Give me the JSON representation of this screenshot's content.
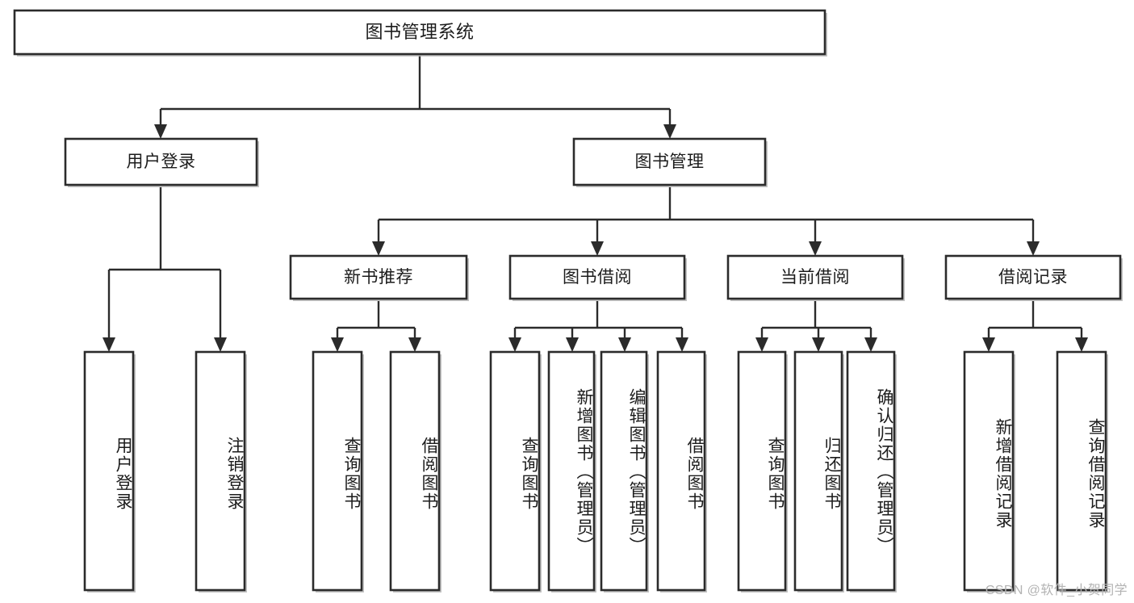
{
  "diagram": {
    "title": "图书管理系统",
    "type": "tree-hierarchy-chart",
    "root": {
      "id": "root",
      "label": "图书管理系统"
    },
    "level2": [
      {
        "id": "user-login",
        "label": "用户登录"
      },
      {
        "id": "book-manage",
        "label": "图书管理"
      }
    ],
    "level3": [
      {
        "id": "new-book-rec",
        "label": "新书推荐"
      },
      {
        "id": "book-borrow",
        "label": "图书借阅"
      },
      {
        "id": "current-borrow",
        "label": "当前借阅"
      },
      {
        "id": "borrow-record",
        "label": "借阅记录"
      }
    ],
    "leaves": {
      "user_login": [
        {
          "id": "leaf-user-login",
          "label": "用户登录"
        },
        {
          "id": "leaf-logout-login",
          "label": "注销登录"
        }
      ],
      "new_book_rec": [
        {
          "id": "leaf-query-book-1",
          "label": "查询图书"
        },
        {
          "id": "leaf-borrow-book-1",
          "label": "借阅图书"
        }
      ],
      "book_borrow": [
        {
          "id": "leaf-query-book-2",
          "label": "查询图书"
        },
        {
          "id": "leaf-add-book",
          "label": "新增图书（管理员）"
        },
        {
          "id": "leaf-edit-book",
          "label": "编辑图书（管理员）"
        },
        {
          "id": "leaf-borrow-book-2",
          "label": "借阅图书"
        }
      ],
      "current_borrow": [
        {
          "id": "leaf-query-book-3",
          "label": "查询图书"
        },
        {
          "id": "leaf-return-book",
          "label": "归还图书"
        },
        {
          "id": "leaf-confirm-return",
          "label": "确认归还（管理员）"
        }
      ],
      "borrow_record": [
        {
          "id": "leaf-add-record",
          "label": "新增借阅记录"
        },
        {
          "id": "leaf-query-record",
          "label": "查询借阅记录"
        }
      ]
    }
  },
  "watermark": {
    "text": "CSDN @软件_小贺同学"
  },
  "colors": {
    "stroke": "#2b2b2b",
    "fill": "#ffffff",
    "text": "#1c1c1c",
    "watermark": "#b3b3b3",
    "shadow": "#b9b9b9"
  }
}
